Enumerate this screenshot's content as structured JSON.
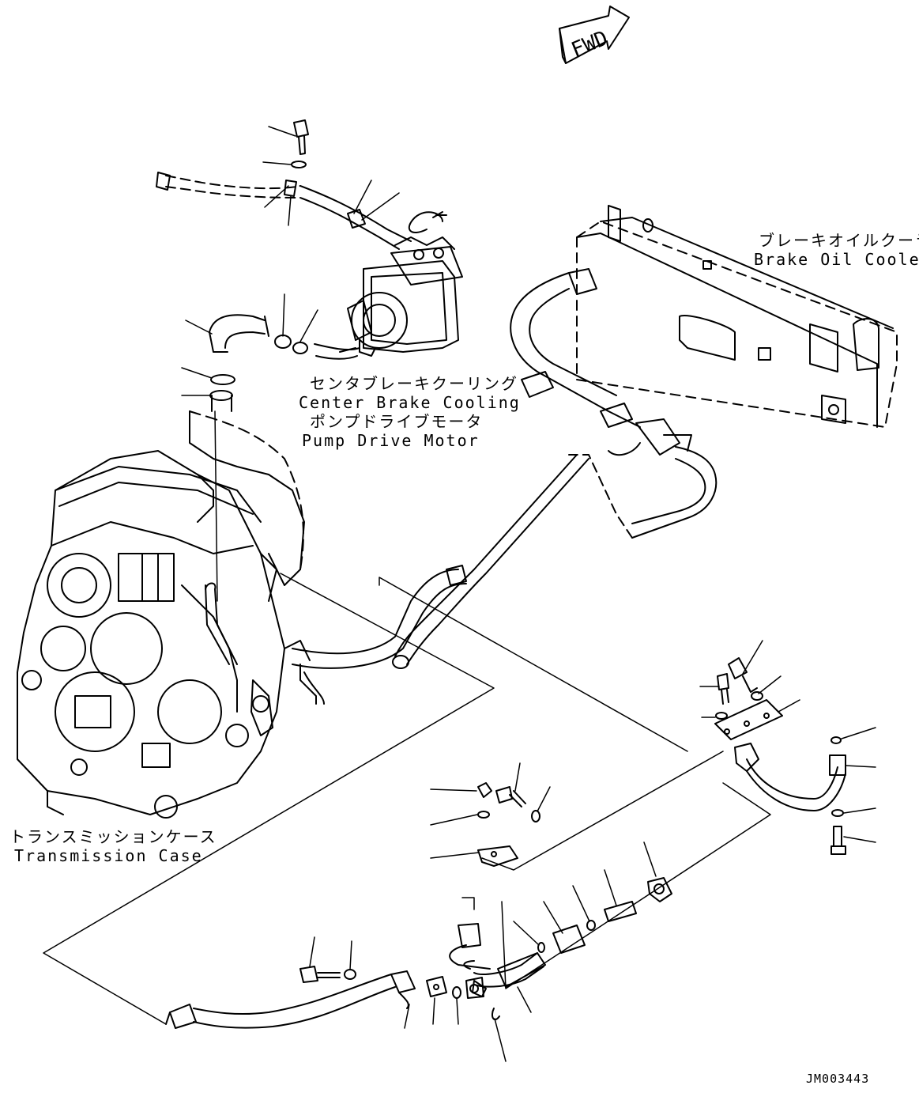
{
  "fwd": {
    "text": "FWD"
  },
  "labels": {
    "brake_oil_cooler": {
      "jp": "ブレーキオイルクーラ",
      "en": "Brake Oil Cooler"
    },
    "center_brake": {
      "jp1": "センタブレーキクーリング",
      "en1": "Center Brake Cooling",
      "jp2": "ポンプドライブモータ",
      "en2": "Pump Drive Motor"
    },
    "transmission_case": {
      "jp": "トランスミッションケース",
      "en": "Transmission Case"
    }
  },
  "doc_id": "JM003443"
}
